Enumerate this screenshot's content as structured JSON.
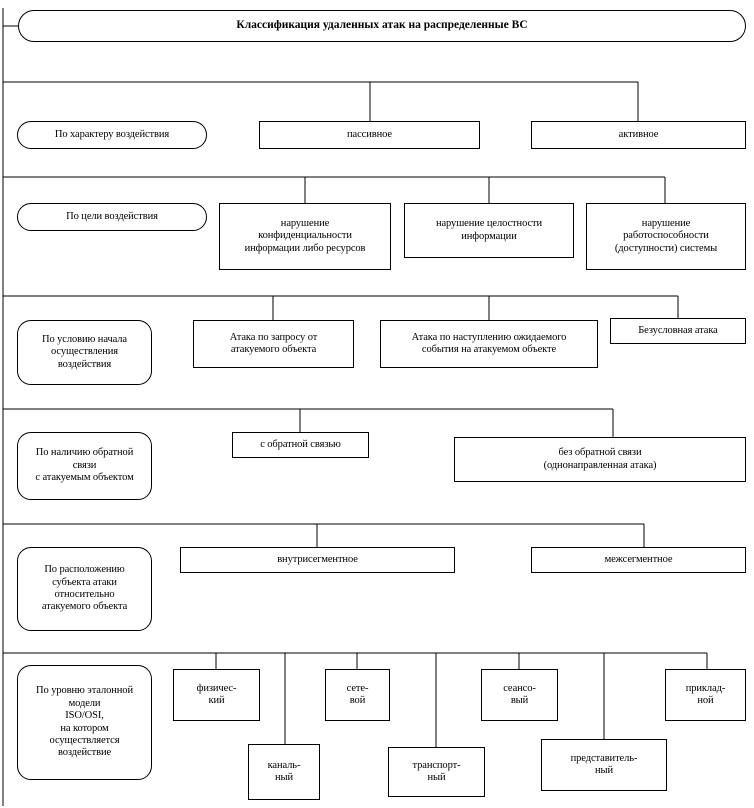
{
  "diagram": {
    "title": "Классификация удаленных атак на распределенные ВС",
    "sections": [
      {
        "criterion": "По характеру воздействия",
        "options": [
          "пассивное",
          "активное"
        ]
      },
      {
        "criterion": "По цели воздействия",
        "options": [
          "нарушение\nконфиденциальности\nинформации либо ресурсов",
          "нарушение целостности\nинформации",
          "нарушение\nработоспособности\n(доступности) системы"
        ]
      },
      {
        "criterion": "По условию начала\nосуществления\nвоздействия",
        "options": [
          "Атака по запросу от\nатакуемого объекта",
          "Атака по наступлению ожидаемого\nсобытия на атакуемом объекте",
          "Безусловная атака"
        ]
      },
      {
        "criterion": "По наличию обратной\nсвязи\nс атакуемым объектом",
        "options": [
          "с обратной связью",
          "без обратной связи\n(однонаправленная атака)"
        ]
      },
      {
        "criterion": "По расположению\nсубъекта атаки\nотносительно\nатакуемого объекта",
        "options": [
          "внутрисегментное",
          "межсегментное"
        ]
      },
      {
        "criterion": "По уровню эталонной\nмодели\nISO/OSI,\nна котором\nосуществляется\nвоздействие",
        "options": [
          "физичес-\nкий",
          "каналь-\nный",
          "сете-\nвой",
          "транспорт-\nный",
          "сеансо-\nвый",
          "представитель-\nный",
          "приклад-\nной"
        ]
      }
    ]
  },
  "colors": {
    "stroke": "#000000",
    "background": "#ffffff",
    "text": "#000000"
  }
}
